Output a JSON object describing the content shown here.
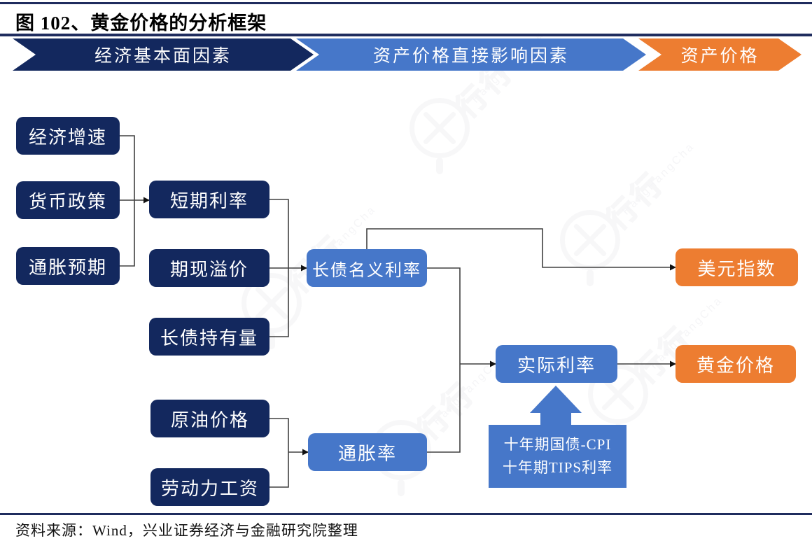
{
  "title": "图 102、黄金价格的分析框架",
  "header_stages": {
    "stage1": "经济基本面因素",
    "stage2": "资产价格直接影响因素",
    "stage3": "资产价格"
  },
  "nodes": {
    "econ_growth": "经济增速",
    "monetary_policy": "货币政策",
    "inflation_expectation": "通胀预期",
    "short_term_rate": "短期利率",
    "term_spot_premium": "期现溢价",
    "long_bond_holdings": "长债持有量",
    "long_bond_nominal_rate": "长债名义利率",
    "crude_oil_price": "原油价格",
    "labor_wage": "劳动力工资",
    "inflation_rate": "通胀率",
    "real_rate": "实际利率",
    "dollar_index": "美元指数",
    "gold_price": "黄金价格"
  },
  "note": {
    "line1": "十年期国债-CPI",
    "line2": "十年期TIPS利率"
  },
  "edges": [
    {
      "from": "econ_growth",
      "to": "short_term_rate"
    },
    {
      "from": "monetary_policy",
      "to": "short_term_rate"
    },
    {
      "from": "inflation_expectation",
      "to": "short_term_rate"
    },
    {
      "from": "short_term_rate",
      "to": "long_bond_nominal_rate"
    },
    {
      "from": "term_spot_premium",
      "to": "long_bond_nominal_rate"
    },
    {
      "from": "long_bond_holdings",
      "to": "long_bond_nominal_rate"
    },
    {
      "from": "long_bond_nominal_rate",
      "to": "dollar_index"
    },
    {
      "from": "long_bond_nominal_rate",
      "to": "real_rate"
    },
    {
      "from": "crude_oil_price",
      "to": "inflation_rate"
    },
    {
      "from": "labor_wage",
      "to": "inflation_rate"
    },
    {
      "from": "inflation_rate",
      "to": "real_rate"
    },
    {
      "from": "real_rate",
      "to": "gold_price"
    },
    {
      "from": "note",
      "to": "real_rate"
    }
  ],
  "watermark": {
    "text": "行行",
    "subtext": "HangHangCha"
  },
  "source": "资料来源：Wind，兴业证券经济与金融研究院整理",
  "colors": {
    "navy": "#13285E",
    "blue": "#4677C9",
    "orange": "#ED7D31",
    "connector": "#404040"
  }
}
